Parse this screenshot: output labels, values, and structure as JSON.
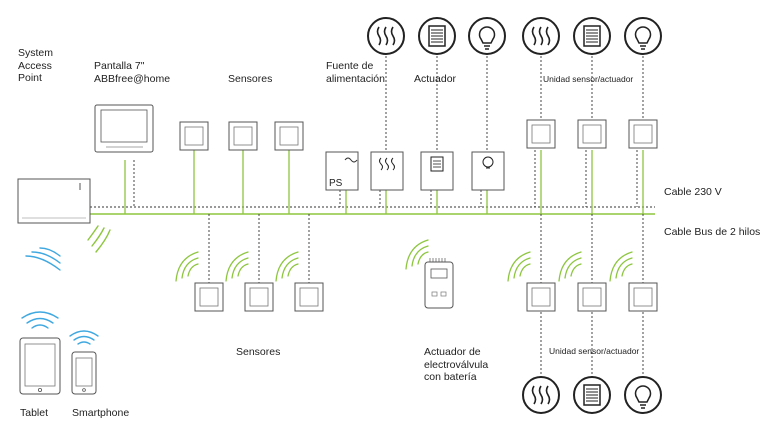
{
  "labels": {
    "sap": [
      "System",
      "Access",
      "Point"
    ],
    "panel": [
      "Pantalla 7\"",
      "ABBfree@home"
    ],
    "sensors_top": "Sensores",
    "power": [
      "Fuente de",
      "alimentación"
    ],
    "actuator": "Actuador",
    "unit_top": "Unidad sensor/actuador",
    "cable_230": "Cable 230 V",
    "bus": "Cable Bus de 2 hilos",
    "sensors_bottom": "Sensores",
    "valve": [
      "Actuador de",
      "electroválvula",
      "con batería"
    ],
    "unit_bottom": "Unidad sensor/actuador",
    "tablet": "Tablet",
    "smartphone": "Smartphone",
    "ps": "PS"
  },
  "icons": {
    "heating": "heating-icon",
    "blind": "blind-icon",
    "light": "light-bulb-icon",
    "wifi": "wireless-signal-icon"
  },
  "colors": {
    "line": "#333333",
    "bus": "#8ec63f",
    "wifi_green": "#8ec63f",
    "wifi_blue": "#3fa8e0",
    "device_fill": "#ffffff",
    "device_border": "#555555"
  }
}
